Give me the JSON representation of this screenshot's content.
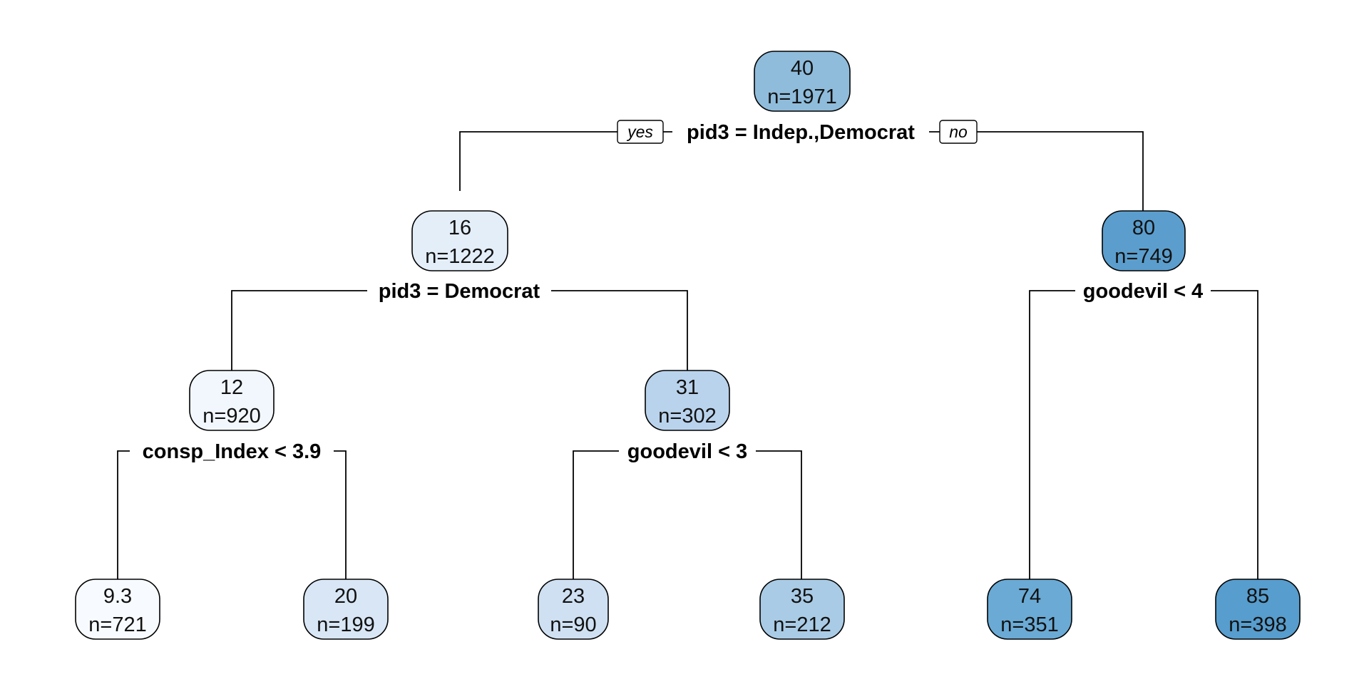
{
  "diagram": {
    "type": "regression-tree",
    "branch_labels": {
      "yes": "yes",
      "no": "no"
    },
    "nodes": [
      {
        "id": "root",
        "value": "40",
        "n": "n=1971",
        "fill": "#8FBCDB"
      },
      {
        "id": "l",
        "value": "16",
        "n": "n=1222",
        "fill": "#E4EEF9"
      },
      {
        "id": "r",
        "value": "80",
        "n": "n=749",
        "fill": "#5B9ECD"
      },
      {
        "id": "ll",
        "value": "12",
        "n": "n=920",
        "fill": "#F2F7FD"
      },
      {
        "id": "lr",
        "value": "31",
        "n": "n=302",
        "fill": "#BAD3EC"
      },
      {
        "id": "lll",
        "value": "9.3",
        "n": "n=721",
        "fill": "#F7FBFF"
      },
      {
        "id": "llr",
        "value": "20",
        "n": "n=199",
        "fill": "#D8E6F5"
      },
      {
        "id": "lrl",
        "value": "23",
        "n": "n=90",
        "fill": "#CFE0F2"
      },
      {
        "id": "lrr",
        "value": "35",
        "n": "n=212",
        "fill": "#A9CBE5"
      },
      {
        "id": "rl",
        "value": "74",
        "n": "n=351",
        "fill": "#6AAAD5"
      },
      {
        "id": "rr",
        "value": "85",
        "n": "n=398",
        "fill": "#579DCD"
      }
    ],
    "splits": [
      {
        "id": "split-root",
        "label": "pid3 = Indep.,Democrat"
      },
      {
        "id": "split-l",
        "label": "pid3 = Democrat"
      },
      {
        "id": "split-r",
        "label": "goodevil < 4"
      },
      {
        "id": "split-ll",
        "label": "consp_Index < 3.9"
      },
      {
        "id": "split-lr",
        "label": "goodevil < 3"
      }
    ]
  }
}
